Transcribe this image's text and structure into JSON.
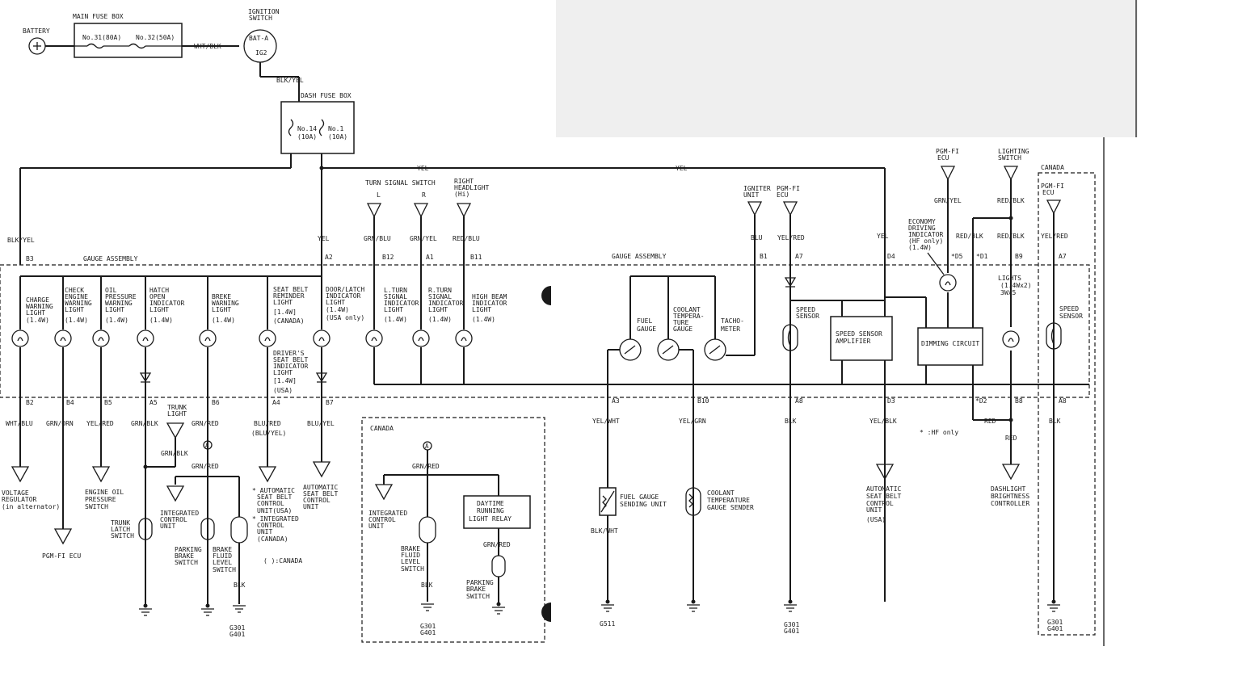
{
  "battery": "BATTERY",
  "main_fuse_box": "MAIN FUSE BOX",
  "fuse31": "No.31(80A)",
  "fuse32": "No.32(50A)",
  "wht_blk": "WHT/BLK",
  "ignition_switch": [
    "IGNITION",
    "SWITCH"
  ],
  "bat_a": "BAT-A",
  "ig2": "IG2",
  "blk_yel": "BLK/YEL",
  "dash_fuse_box": "DASH FUSE BOX",
  "fuse14": [
    "No.14",
    "(10A)"
  ],
  "fuse1": [
    "No.1",
    "(10A)"
  ],
  "yel": "YEL",
  "turn_signal_switch": "TURN SIGNAL SWITCH",
  "l": "L",
  "r": "R",
  "right_headlight": [
    "RIGHT",
    "HEADLIGHT",
    "(Hi)"
  ],
  "grn_blu": "GRN/BLU",
  "grn_yel": "GRN/YEL",
  "red_blu": "RED/BLU",
  "igniter_unit": [
    "IGNITER",
    "UNIT"
  ],
  "pgm_fi_ecu": [
    "PGM-FI",
    "ECU"
  ],
  "blu": "BLU",
  "yel_red": "YEL/RED",
  "grn_yel2": "GRN/YEL",
  "lighting_switch": [
    "LIGHTING",
    "SWITCH"
  ],
  "red_blk": "RED/BLK",
  "canada": "CANADA",
  "economy_indicator": [
    "ECONOMY",
    "DRIVING",
    "INDICATOR",
    "(HF only)",
    "(1.4W)"
  ],
  "gauge_assembly": "GAUGE ASSEMBLY",
  "pins_top": {
    "b3": "B3",
    "a2": "A2",
    "b12": "B12",
    "a1": "A1",
    "b11": "B11",
    "b1": "B1",
    "a7": "A7",
    "d4": "D4",
    "d5": "*D5",
    "d1": "*D1",
    "b9": "B9",
    "a7c": "A7"
  },
  "pins_bot": {
    "b2": "B2",
    "b4": "B4",
    "b5": "B5",
    "a5": "A5",
    "b6": "B6",
    "a4": "A4",
    "b7": "B7",
    "a3": "A3",
    "b10": "B10",
    "a8": "A8",
    "d3": "D3",
    "d2": "*D2",
    "b8": "B8",
    "a8c": "A8"
  },
  "charge": [
    "CHARGE",
    "WARNING",
    "LIGHT",
    "(1.4W)"
  ],
  "check_engine": [
    "CHECK",
    "ENGINE",
    "WARNING",
    "LIGHT",
    "(1.4W)"
  ],
  "oil": [
    "OIL",
    "PRESSURE",
    "WARNING",
    "LIGHT",
    "(1.4W)"
  ],
  "hatch": [
    "HATCH",
    "OPEN",
    "INDICATOR",
    "LIGHT",
    "(1.4W)"
  ],
  "brake_warn": [
    "BREKE",
    "WARNING",
    "LIGHT",
    "(1.4W)"
  ],
  "seat_belt": [
    "SEAT BELT",
    "REMINDER",
    "LIGHT",
    "[1.4W]",
    "(CANADA)"
  ],
  "drivers_seat": [
    "DRIVER'S",
    "SEAT BELT",
    "INDICATOR",
    "LIGHT",
    "[1.4W]",
    "(USA)"
  ],
  "door_latch": [
    "DOOR/LATCH",
    "INDICATOR",
    "LIGHT",
    "(1.4W)",
    "(USA only)"
  ],
  "l_turn": [
    "L.TURN",
    "SIGNAL",
    "INDICATOR",
    "LIGHT",
    "(1.4W)"
  ],
  "r_turn": [
    "R.TURN",
    "SIGNAL",
    "INDICATOR",
    "LIGHT",
    "(1.4W)"
  ],
  "high_beam": [
    "HIGH BEAM",
    "INDICATOR",
    "LIGHT",
    "(1.4W)"
  ],
  "fuel_gauge": [
    "FUEL",
    "GAUGE"
  ],
  "coolant_gauge": [
    "COOLANT",
    "TEMPERA-",
    "TURE",
    "GAUGE"
  ],
  "tachometer": [
    "TACHO-",
    "METER"
  ],
  "speed_sensor": [
    "SPEED",
    "SENSOR"
  ],
  "speed_amp": [
    "SPEED SENSOR",
    "AMPLIFIER"
  ],
  "dimming": "DIMMING CIRCUIT",
  "lights": [
    "LIGHTS",
    "(1.4Wx2)",
    "3Wx5"
  ],
  "wire_bot": {
    "wht_blu": "WHT/BLU",
    "grn_orn": "GRN/ORN",
    "yel_red": "YEL/RED",
    "grn_blk": "GRN/BLK",
    "grn_red": "GRN/RED",
    "blu_red": "BLU/RED",
    "blu_yel_p": "(BLU/YEL)",
    "blu_yel": "BLU/YEL",
    "yel_wht": "YEL/WHT",
    "yel_grn": "YEL/GRN",
    "blk": "BLK",
    "yel_blk": "YEL/BLK",
    "red": "RED",
    "blk_wht": "BLK/WHT"
  },
  "trunk_light": [
    "TRUNK",
    "LIGHT"
  ],
  "grn_blk2": "GRN/BLK",
  "grn_red2": "GRN/RED",
  "a_marker": "A",
  "voltage_reg": [
    "VOLTAGE",
    "REGULATOR",
    "(in alternator)"
  ],
  "pgm_fi_ecu2": "PGM-FI ECU",
  "engine_oil": [
    "ENGINE OIL",
    "PRESSURE",
    "SWITCH"
  ],
  "trunk_latch": [
    "TRUNK",
    "LATCH",
    "SWITCH"
  ],
  "integrated_cu": [
    "INTEGRATED",
    "CONTROL",
    "UNIT"
  ],
  "parking_brake": [
    "PARKING",
    "BRAKE",
    "SWITCH"
  ],
  "brake_fluid": [
    "BRAKE",
    "FLUID",
    "LEVEL",
    "SWITCH"
  ],
  "auto_seat_belt": [
    "* AUTOMATIC",
    "SEAT BELT",
    "CONTROL",
    "UNIT(USA)",
    "* INTEGRATED",
    "CONTROL",
    "UNIT",
    "(CANADA)"
  ],
  "canada_note": "(  ):CANADA",
  "auto_seat_belt2": [
    "AUTOMATIC",
    "SEAT BELT",
    "CONTROL",
    "UNIT"
  ],
  "canada_box": "CANADA",
  "daytime_relay": [
    "DAYTIME",
    "RUNNING",
    "LIGHT RELAY"
  ],
  "fuel_sending": [
    "FUEL GAUGE",
    "SENDING UNIT"
  ],
  "coolant_sender": [
    "COOLANT",
    "TEMPERATURE",
    "GAUGE SENDER"
  ],
  "auto_seat_usa": [
    "AUTOMATIC",
    "SEAT BELT",
    "CONTROL",
    "UNIT",
    "(USA)"
  ],
  "hf_only": "* :HF only",
  "dashlight": [
    "DASHLIGHT",
    "BRIGHTNESS",
    "CONTROLLER"
  ],
  "g301": [
    "G301",
    "G401"
  ],
  "g511": "G511"
}
